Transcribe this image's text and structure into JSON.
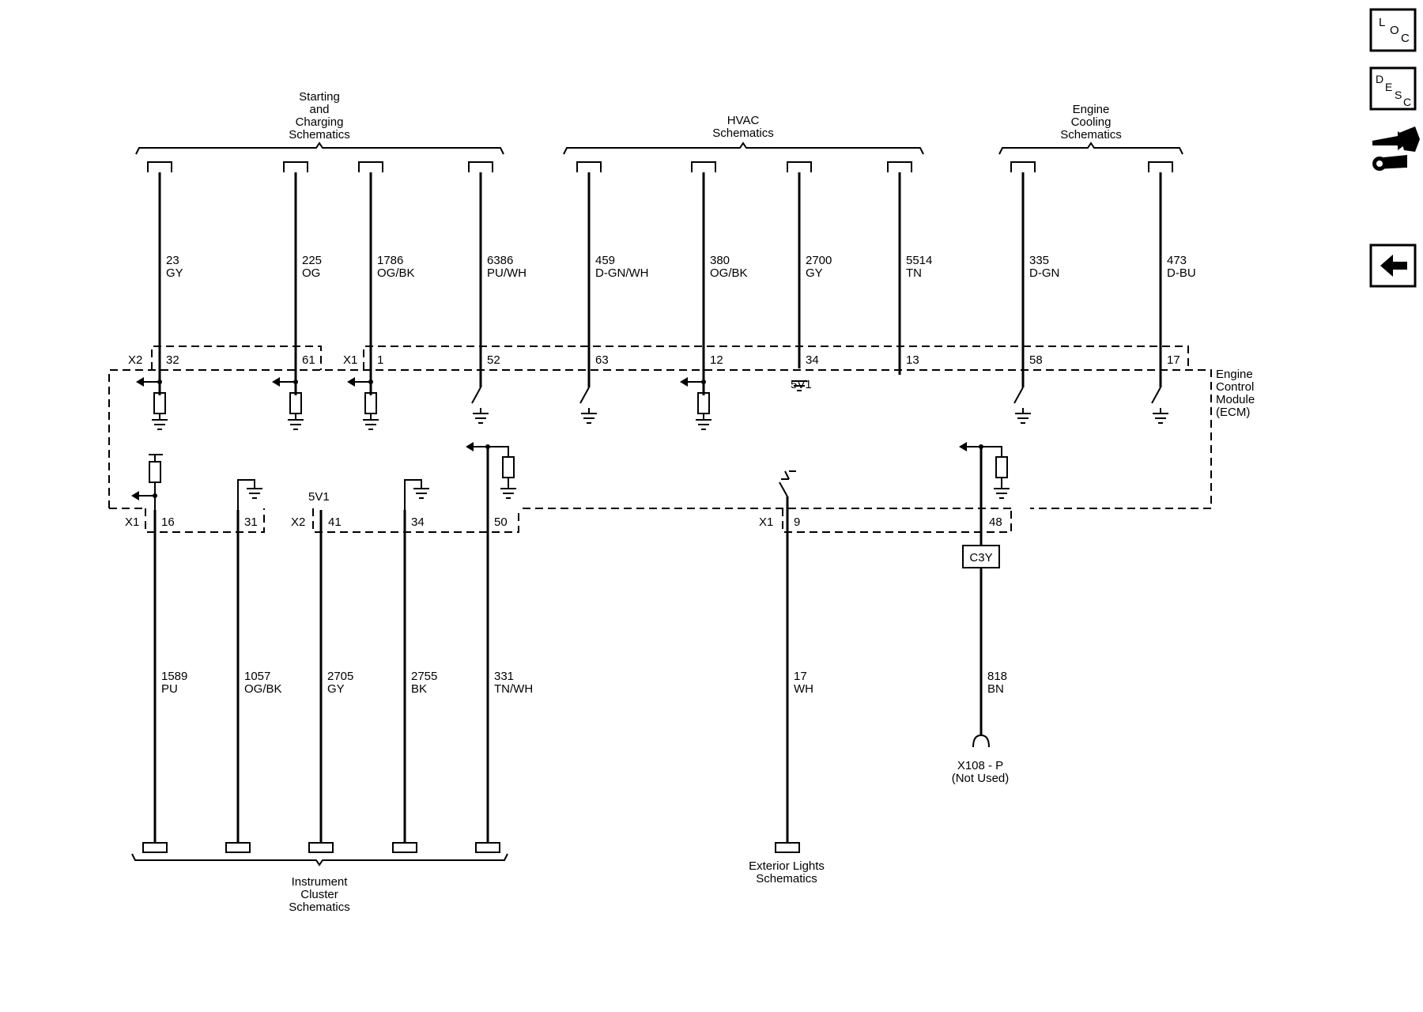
{
  "headers": {
    "starting_charging": [
      "Starting",
      "and",
      "Charging",
      "Schematics"
    ],
    "hvac": [
      "HVAC",
      "Schematics"
    ],
    "engine_cooling": [
      "Engine",
      "Cooling",
      "Schematics"
    ],
    "instrument_cluster": [
      "Instrument",
      "Cluster",
      "Schematics"
    ],
    "exterior_lights": [
      "Exterior Lights",
      "Schematics"
    ]
  },
  "module": {
    "name_lines": [
      "Engine",
      "Control",
      "Module",
      "(ECM)"
    ]
  },
  "connectors": {
    "x1": "X1",
    "x2": "X2",
    "c3y": "C3Y"
  },
  "refs": {
    "top_5v": "5V1",
    "bottom_5v": "5V1"
  },
  "top_wires": [
    {
      "circuit": "23",
      "color": "GY",
      "pin": "32"
    },
    {
      "circuit": "225",
      "color": "OG",
      "pin": "61"
    },
    {
      "circuit": "1786",
      "color": "OG/BK",
      "pin": "1"
    },
    {
      "circuit": "6386",
      "color": "PU/WH",
      "pin": "52"
    },
    {
      "circuit": "459",
      "color": "D-GN/WH",
      "pin": "63"
    },
    {
      "circuit": "380",
      "color": "OG/BK",
      "pin": "12"
    },
    {
      "circuit": "2700",
      "color": "GY",
      "pin": "34"
    },
    {
      "circuit": "5514",
      "color": "TN",
      "pin": "13"
    },
    {
      "circuit": "335",
      "color": "D-GN",
      "pin": "58"
    },
    {
      "circuit": "473",
      "color": "D-BU",
      "pin": "17"
    }
  ],
  "bottom_wires": [
    {
      "circuit": "1589",
      "color": "PU",
      "pin": "16"
    },
    {
      "circuit": "1057",
      "color": "OG/BK",
      "pin": "31"
    },
    {
      "circuit": "2705",
      "color": "GY",
      "pin": "41"
    },
    {
      "circuit": "2755",
      "color": "BK",
      "pin": "34"
    },
    {
      "circuit": "331",
      "color": "TN/WH",
      "pin": "50"
    },
    {
      "circuit": "17",
      "color": "WH",
      "pin": "9"
    },
    {
      "circuit": "818",
      "color": "BN",
      "pin": "48"
    }
  ],
  "terminal": {
    "name": "X108 - P",
    "note": "(Not Used)"
  },
  "nav": {
    "loc": [
      "L",
      "O",
      "C"
    ],
    "desc": [
      "D",
      "E",
      "S",
      "C"
    ],
    "back_icon": "back-arrow-icon",
    "service_icon": "connector-tools-icon"
  }
}
